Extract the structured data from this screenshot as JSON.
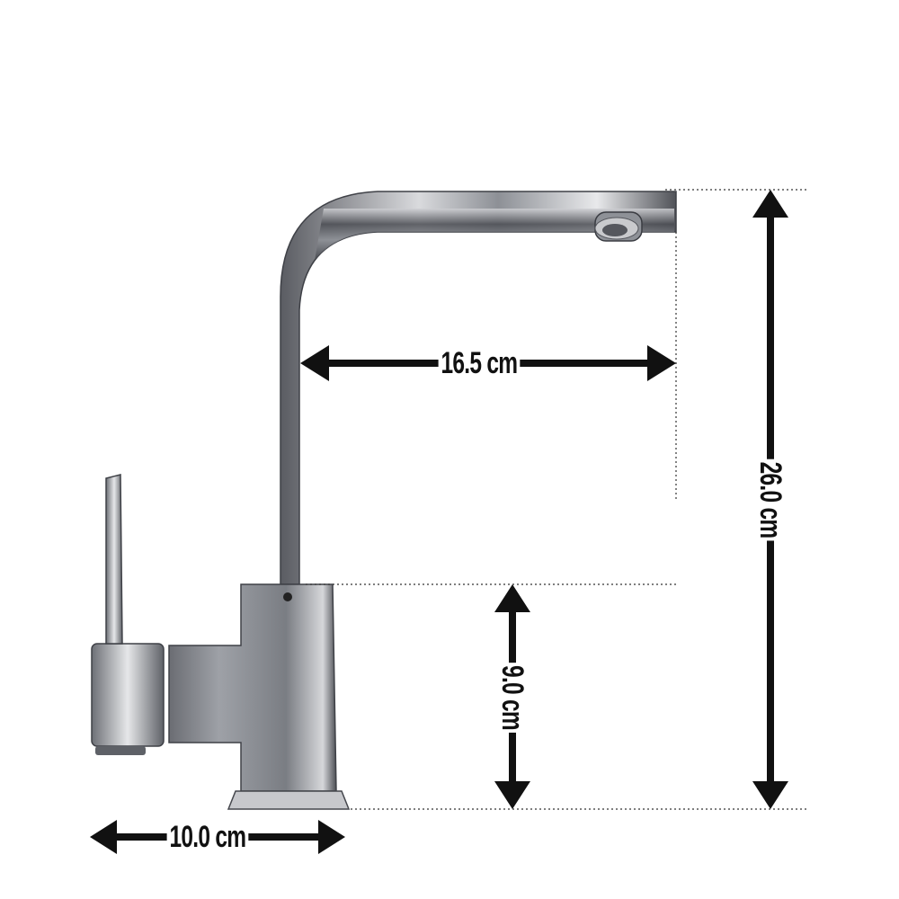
{
  "dimensions": {
    "spout_reach": "16.5 cm",
    "total_height": "26.0 cm",
    "body_height": "9.0 cm",
    "base_width": "10.0 cm"
  },
  "colors": {
    "arrow": "#111111",
    "guide_line": "#333333",
    "chrome_dark": "#4a4c52",
    "chrome_mid": "#8c8f96",
    "chrome_light": "#e9eaec"
  }
}
